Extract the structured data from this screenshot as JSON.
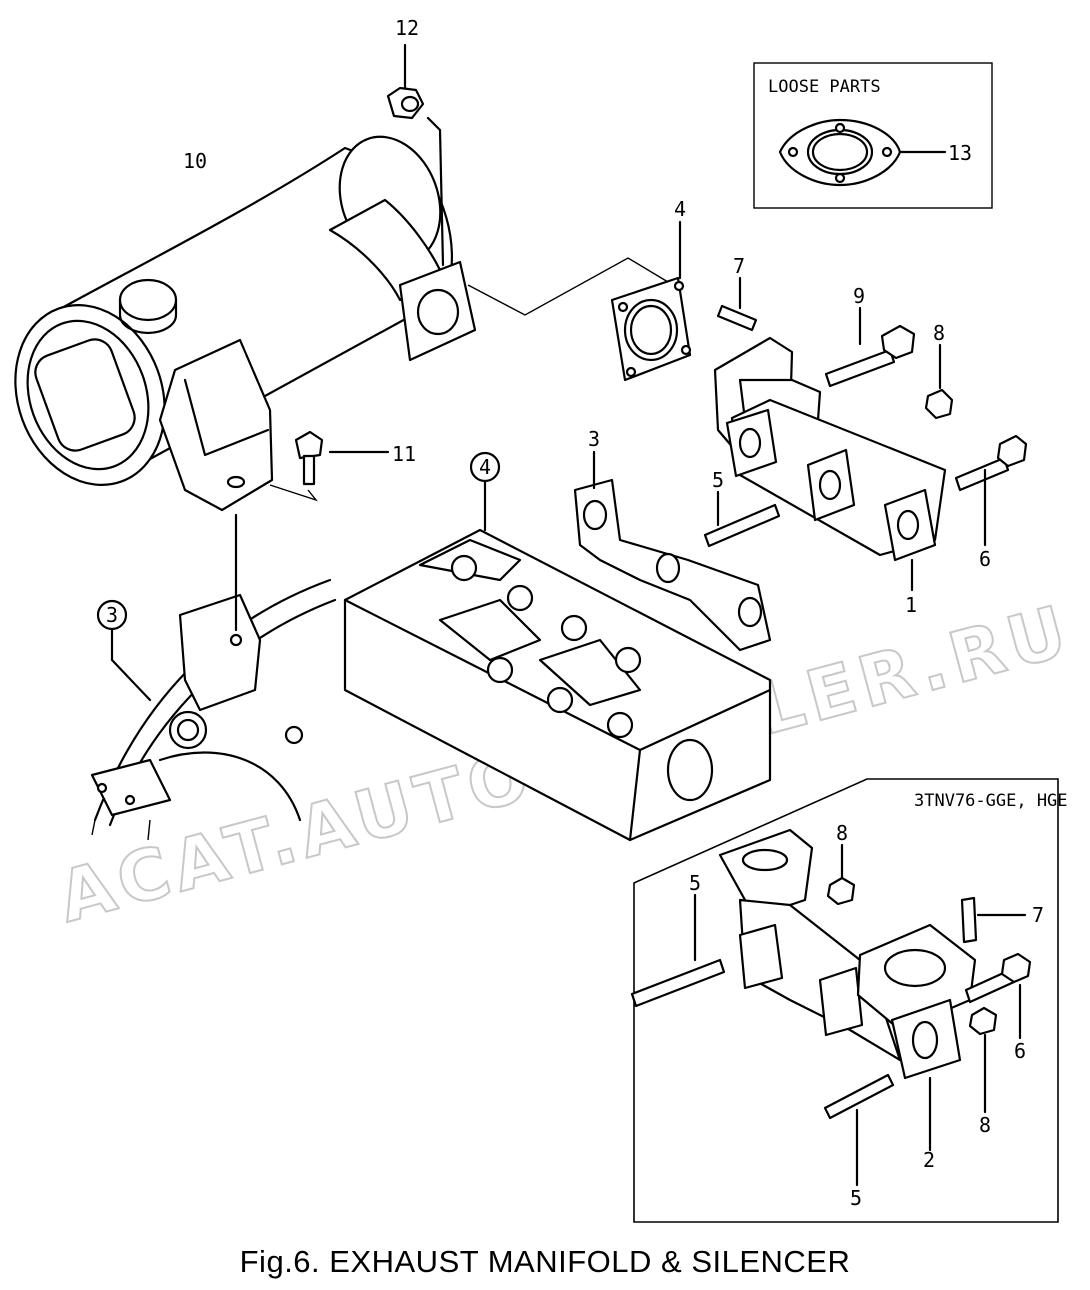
{
  "figure": {
    "caption": "Fig.6.  EXHAUST MANIFOLD & SILENCER",
    "loose_parts_title": "LOOSE PARTS",
    "variant_label": "3TNV76-GGE, HGE",
    "watermark": "ACAT.AUTOPDEALER.RU"
  },
  "callouts": {
    "c12": "12",
    "c10": "10",
    "c4_gasket": "4",
    "c7_top": "7",
    "c9": "9",
    "c8_top": "8",
    "c13": "13",
    "c3_gasket": "3",
    "c5_top": "5",
    "c6_top": "6",
    "c1": "1",
    "c11": "11",
    "c4_circle": "4",
    "c3_circle": "3",
    "c8_inset_top": "8",
    "c5_inset_top": "5",
    "c7_inset": "7",
    "c6_inset": "6",
    "c8_inset_bottom": "8",
    "c2": "2",
    "c5_inset_bottom": "5"
  }
}
